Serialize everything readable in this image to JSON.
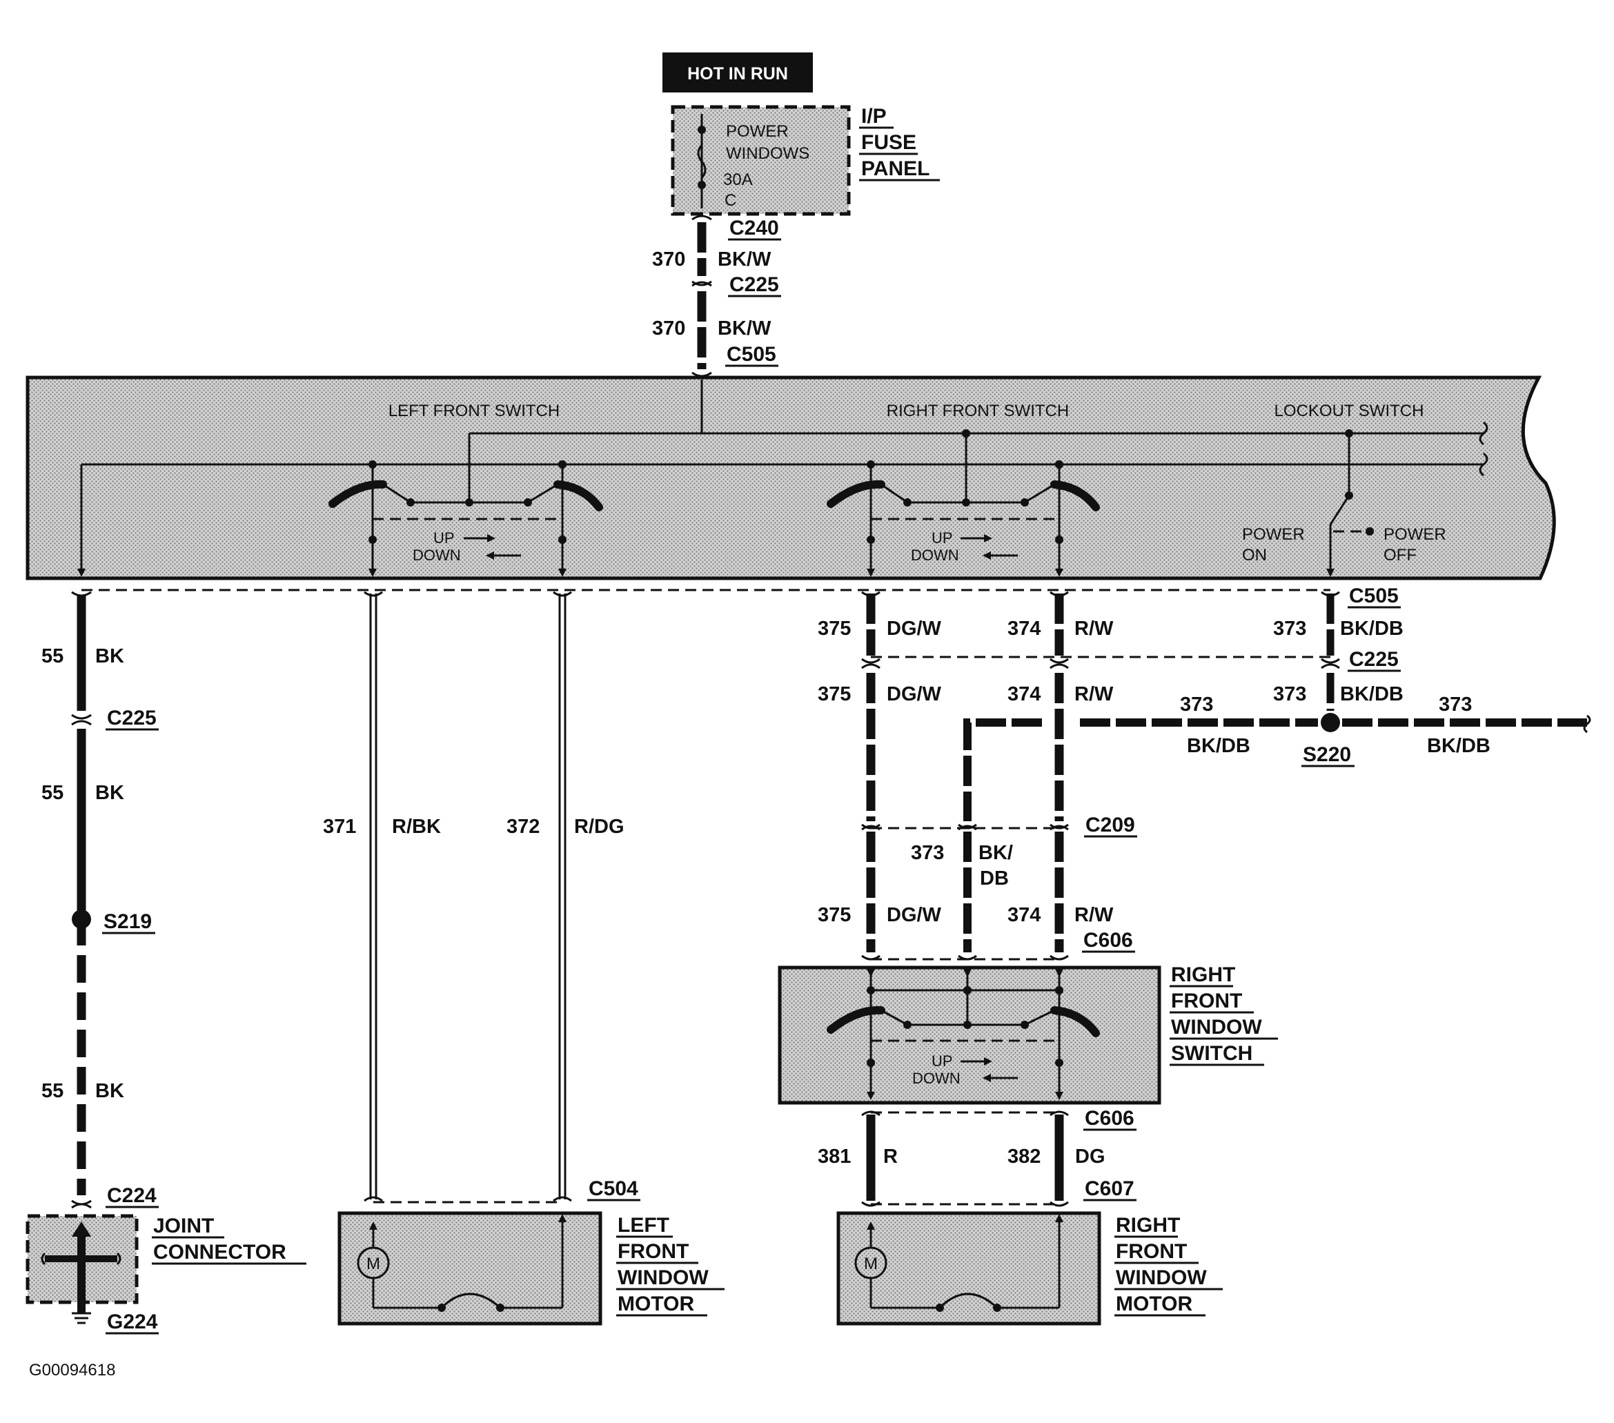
{
  "header": {
    "hot_in_run": "HOT IN RUN"
  },
  "fuse": {
    "line1": "POWER",
    "line2": "WINDOWS",
    "line3": "30A",
    "line4": "C",
    "panel1": "I/P",
    "panel2": "FUSE",
    "panel3": "PANEL"
  },
  "connectors": {
    "c240": "C240",
    "c225": "C225",
    "c505": "C505",
    "c209": "C209",
    "c606": "C606",
    "c607": "C607",
    "c504": "C504",
    "c224": "C224",
    "g224": "G224",
    "s219": "S219",
    "s220": "S220"
  },
  "master_switch": {
    "left": "LEFT FRONT SWITCH",
    "right": "RIGHT FRONT SWITCH",
    "lockout": "LOCKOUT SWITCH",
    "up": "UP",
    "down": "DOWN",
    "power": "POWER",
    "on": "ON",
    "off": "OFF"
  },
  "wires": {
    "w370": "370",
    "bkw": "BK/W",
    "w55": "55",
    "bk": "BK",
    "w371": "371",
    "rbk": "R/BK",
    "w372": "372",
    "rdg": "R/DG",
    "w375": "375",
    "dgw": "DG/W",
    "w374": "374",
    "rw": "R/W",
    "w373": "373",
    "bkdb": "BK/DB",
    "bk_slash": "BK/",
    "db": "DB",
    "w381": "381",
    "r": "R",
    "w382": "382",
    "dg": "DG"
  },
  "components": {
    "joint1": "JOINT",
    "joint2": "CONNECTOR",
    "lfm1": "LEFT",
    "lfm2": "FRONT",
    "lfm3": "WINDOW",
    "lfm4": "MOTOR",
    "rfm1": "RIGHT",
    "rfm2": "FRONT",
    "rfm3": "WINDOW",
    "rfm4": "MOTOR",
    "rfs1": "RIGHT",
    "rfs2": "FRONT",
    "rfs3": "WINDOW",
    "rfs4": "SWITCH",
    "motor_symbol": "M"
  },
  "footer": {
    "code": "G00094618"
  }
}
